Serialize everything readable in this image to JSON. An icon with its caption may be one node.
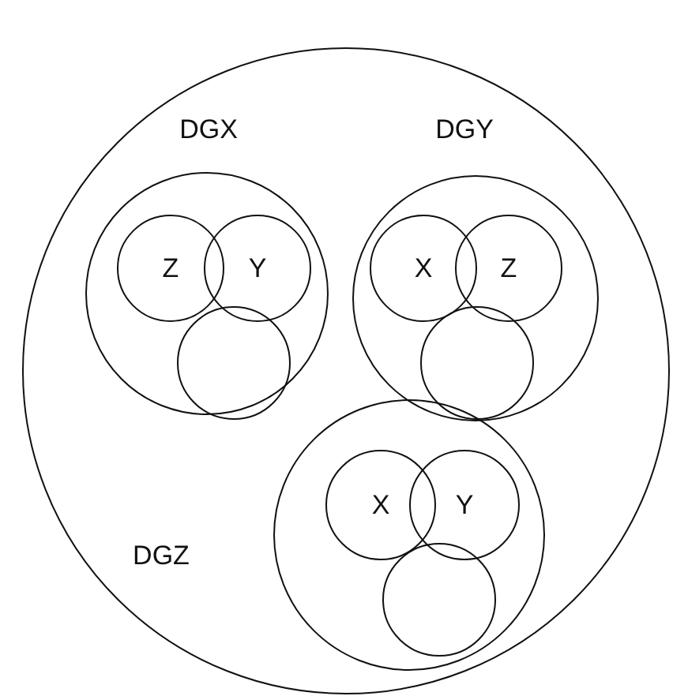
{
  "diagram": {
    "nodes": [
      {
        "text": [],
        "shape": "circle"
      },
      {
        "text": [
          "DGX"
        ],
        "in": 0
      },
      {
        "text": [
          "Z"
        ],
        "in": 1
      },
      {
        "text": [
          "Y"
        ],
        "in": 1
      },
      {
        "text": [],
        "shape": "circle",
        "in": 1
      },
      {
        "text": [
          "DGY"
        ],
        "in": 0
      },
      {
        "text": [
          "X"
        ],
        "in": 5
      },
      {
        "text": [
          "Z"
        ],
        "in": 5
      },
      {
        "text": [],
        "shape": "circle",
        "in": 5
      },
      {
        "text": [
          "DGZ"
        ],
        "in": 0
      },
      {
        "text": [
          "X"
        ],
        "in": 9
      },
      {
        "text": [
          "Y"
        ],
        "in": 9
      },
      {
        "text": [],
        "shape": "circle",
        "in": 9
      }
    ]
  }
}
